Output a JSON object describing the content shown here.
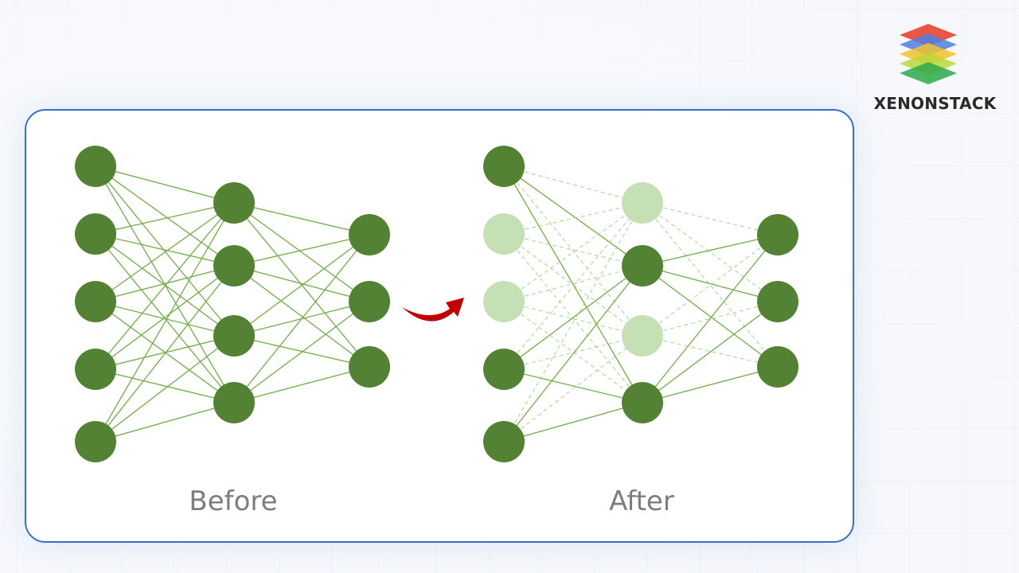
{
  "brand": {
    "name": "XENONSTACK",
    "logo_icon": "stacked-layers-icon"
  },
  "captions": {
    "before": "Before",
    "after": "After"
  },
  "colors": {
    "node": "#548235",
    "node_pruned": "#c5e0b4",
    "edge": "#70ad47",
    "arrow": "#c00000",
    "card_border": "#3a6fc9"
  },
  "networks": {
    "before": {
      "layers": [
        {
          "nodes": 5,
          "pruned": []
        },
        {
          "nodes": 4,
          "pruned": []
        },
        {
          "nodes": 3,
          "pruned": []
        }
      ]
    },
    "after": {
      "layers": [
        {
          "nodes": 5,
          "pruned": [
            1,
            2
          ]
        },
        {
          "nodes": 4,
          "pruned": [
            0,
            2
          ]
        },
        {
          "nodes": 3,
          "pruned": []
        }
      ]
    }
  }
}
